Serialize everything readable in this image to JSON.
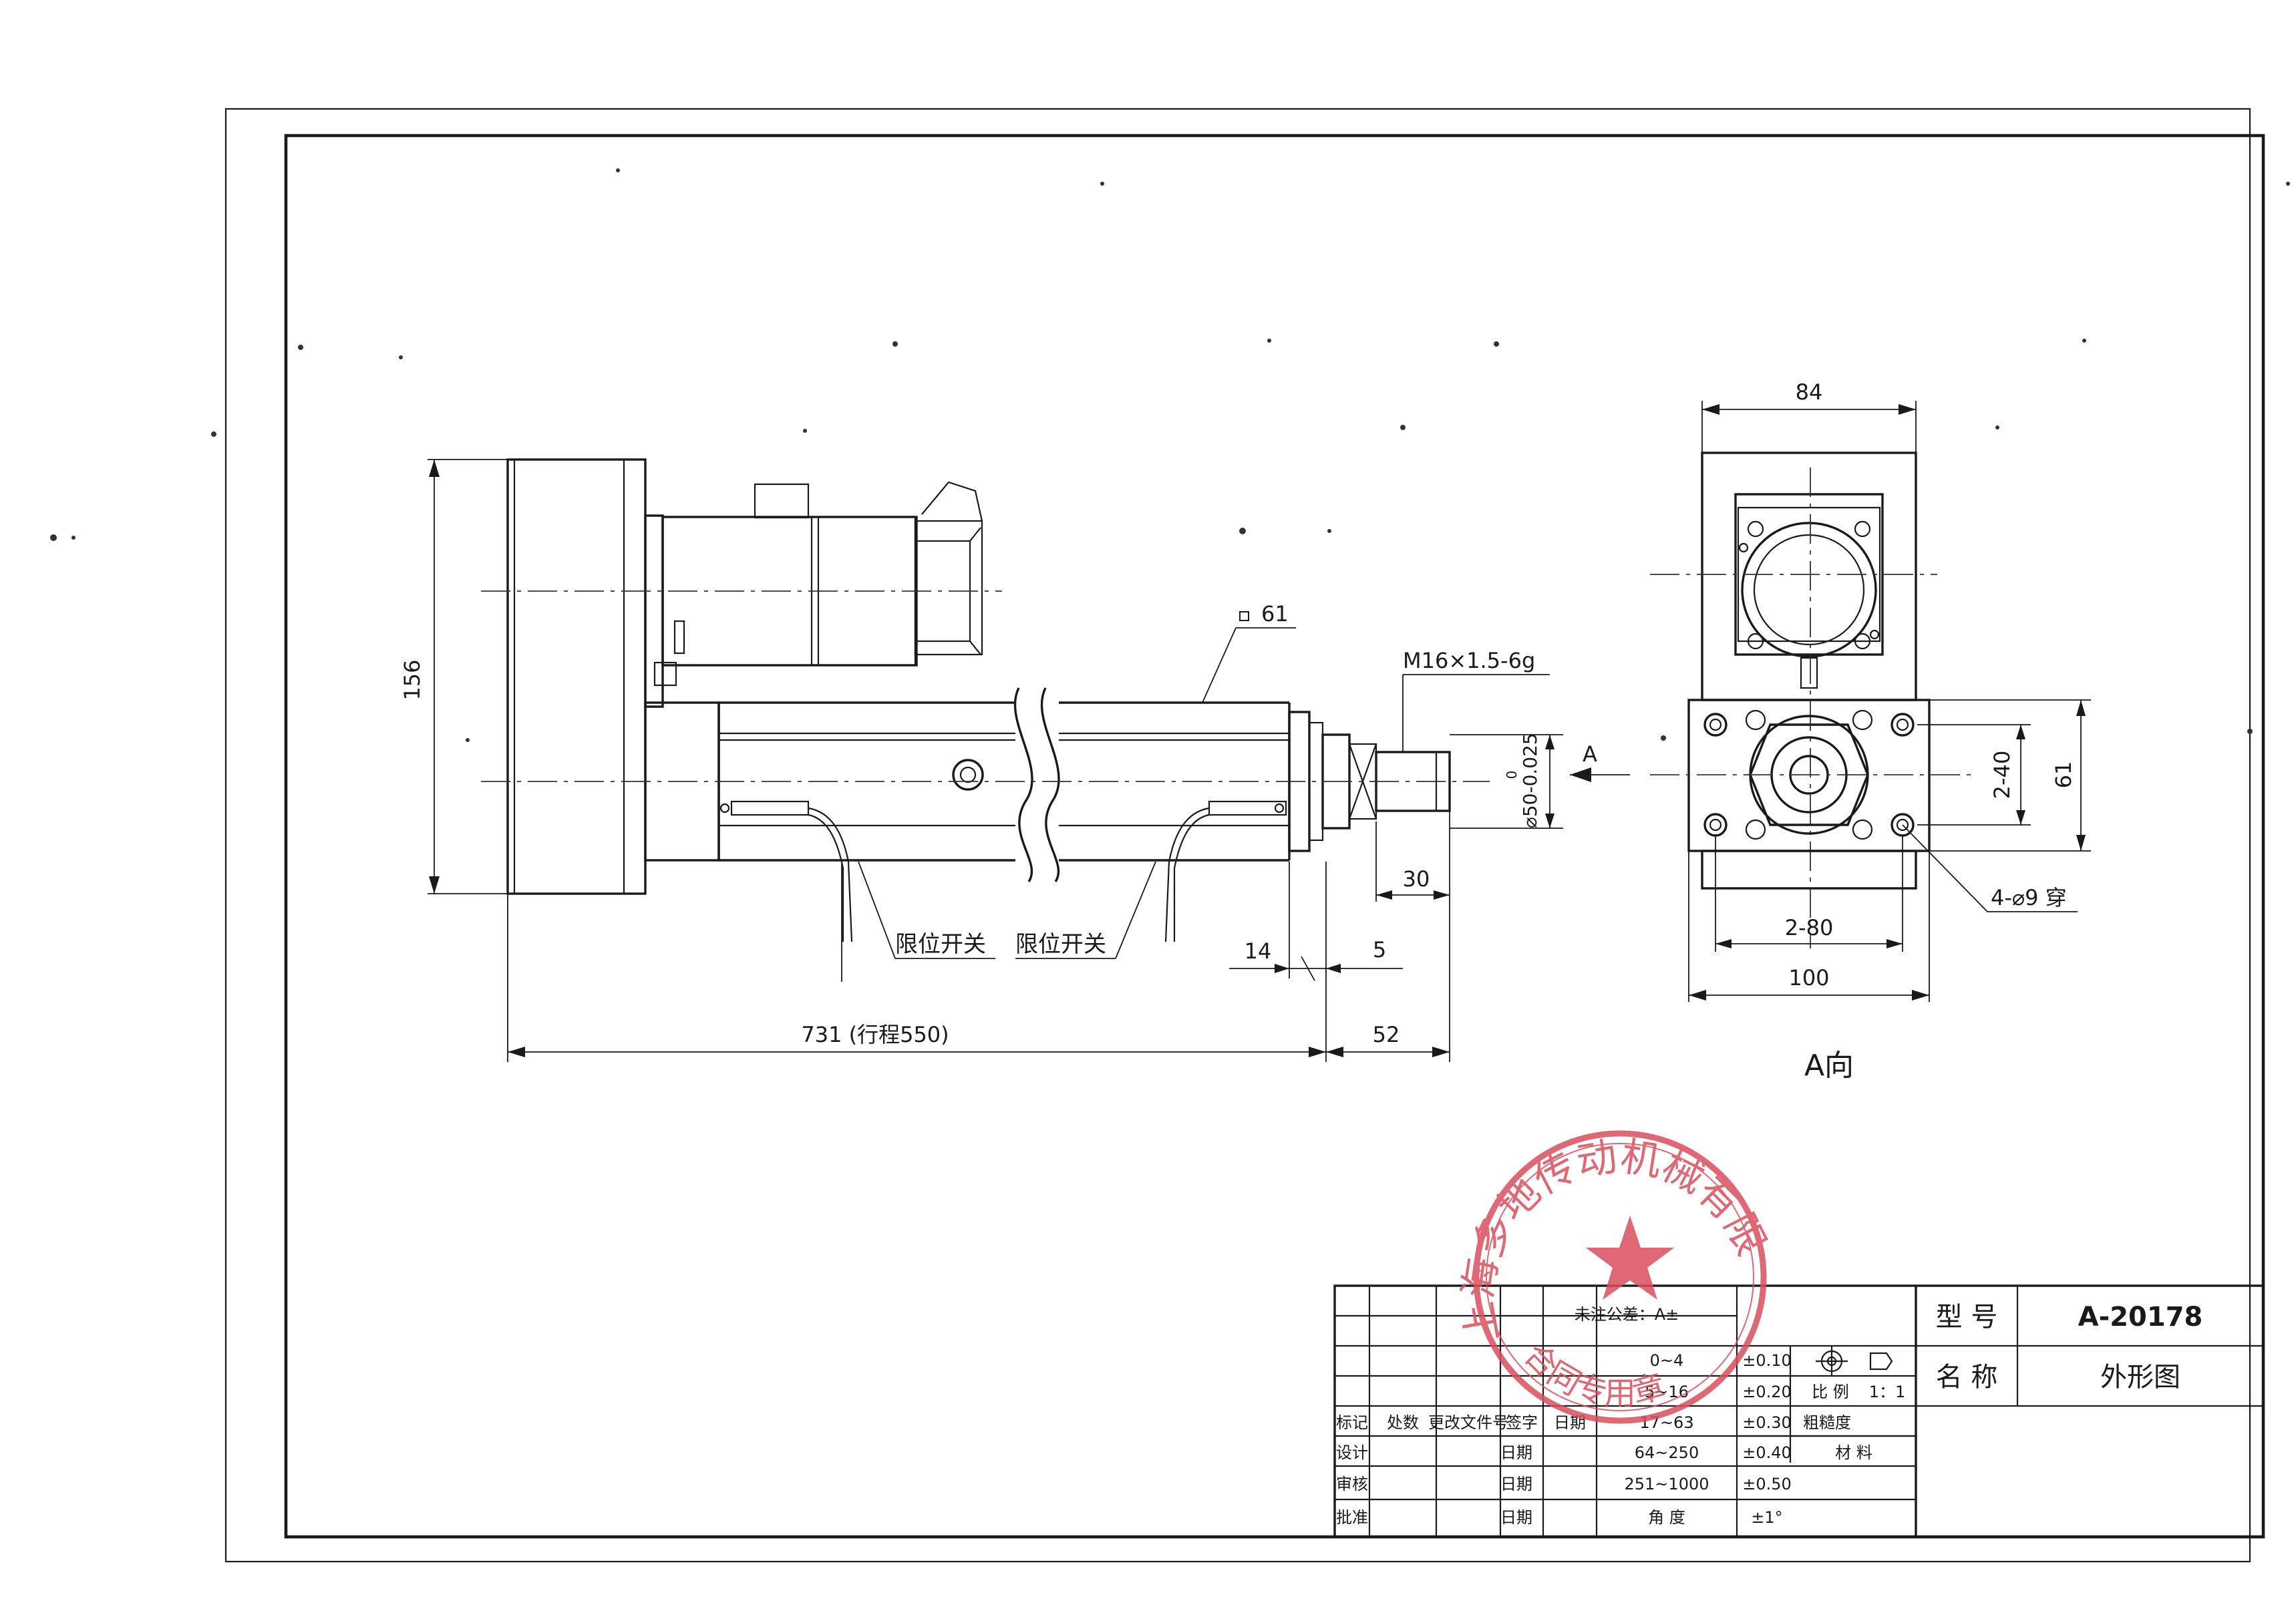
{
  "drawing": {
    "side_view": {
      "dimensions": {
        "overall_length": "731 (行程550)",
        "overall_height": "156",
        "tube_square": "61",
        "thread": "M16×1.5-6g",
        "rod_diameter": "⌀50-0.025",
        "rod_tol_upper": "0",
        "rod_tol_lower": "-0.025",
        "d_14": "14",
        "d_5": "5",
        "d_30": "30",
        "d_52": "52"
      },
      "labels": {
        "limit_switch_left": "限位开关",
        "limit_switch_right": "限位开关",
        "view_arrow": "A"
      }
    },
    "end_view": {
      "title": "A向",
      "dimensions": {
        "width_top": "84",
        "hole_spacing_horizontal": "2-80",
        "width_bottom": "100",
        "hole_spacing_vertical": "2-40",
        "height": "61",
        "holes": "4-⌀9 穿"
      }
    },
    "stamp": {
      "top_text": "上海多地传动机械有限",
      "bottom_text": "合同专用章"
    },
    "title_block": {
      "tolerance_header": "未注公差：A±",
      "tolerances": [
        {
          "range": "0~4",
          "tol": "±0.10"
        },
        {
          "range": "5~16",
          "tol": "±0.20"
        },
        {
          "range": "17~63",
          "tol": "±0.30"
        },
        {
          "range": "64~250",
          "tol": "±0.40"
        },
        {
          "range": "251~1000",
          "tol": "±0.50"
        },
        {
          "range": "角  度",
          "tol": "±1°"
        }
      ],
      "revision_headers": [
        "标记",
        "处数",
        "更改文件号",
        "签字",
        "日期"
      ],
      "approvals": [
        {
          "role": "设计",
          "date_label": "日期"
        },
        {
          "role": "审核",
          "date_label": "日期"
        },
        {
          "role": "批准",
          "date_label": "日期"
        }
      ],
      "scale_label": "比 例",
      "scale_value": "1：1",
      "roughness_label": "粗糙度",
      "material_label": "材  料",
      "model_label": "型 号",
      "model_value": "A-20178",
      "name_label": "名 称",
      "name_value": "外形图"
    }
  }
}
